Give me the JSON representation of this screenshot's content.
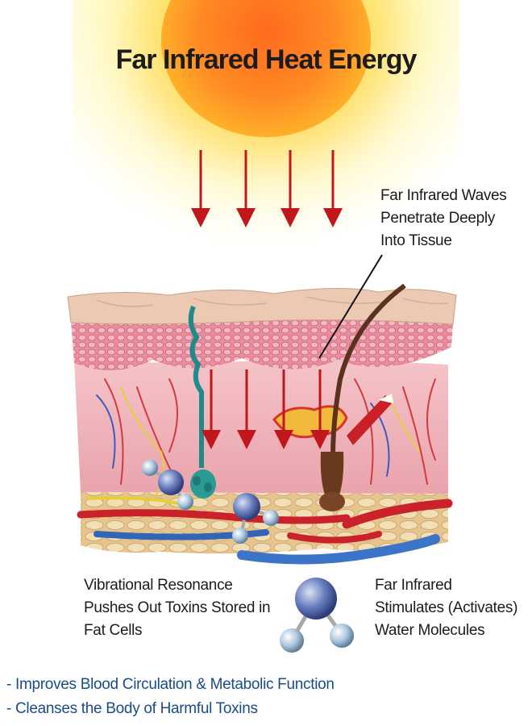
{
  "title": "Far Infrared Heat Energy",
  "labels": {
    "waves": [
      "Far Infrared Waves",
      "Penetrate Deeply",
      "Into Tissue"
    ],
    "vibration": [
      "Vibrational Resonance",
      "Pushes Out Toxins Stored in",
      "Fat Cells"
    ],
    "stimulates": [
      "Far Infrared",
      "Stimulates (Activates)",
      "Water Molecules"
    ]
  },
  "benefits": [
    "- Improves Blood Circulation & Metabolic Function",
    "- Cleanses the Body of Harmful Toxins"
  ],
  "colors": {
    "sun_core": "#ff6a1e",
    "sun_glow": "#ffe94a",
    "arrow": "#c0161c",
    "benefit_text": "#1a4c88",
    "skin_surface": "#ecc9b2",
    "dermis": "#f1b3bd",
    "fat": "#f0dcb0"
  },
  "icons": [
    "sun-icon",
    "infrared-arrow-icon",
    "water-molecule-icon",
    "hair-follicle-icon",
    "sweat-gland-icon"
  ]
}
